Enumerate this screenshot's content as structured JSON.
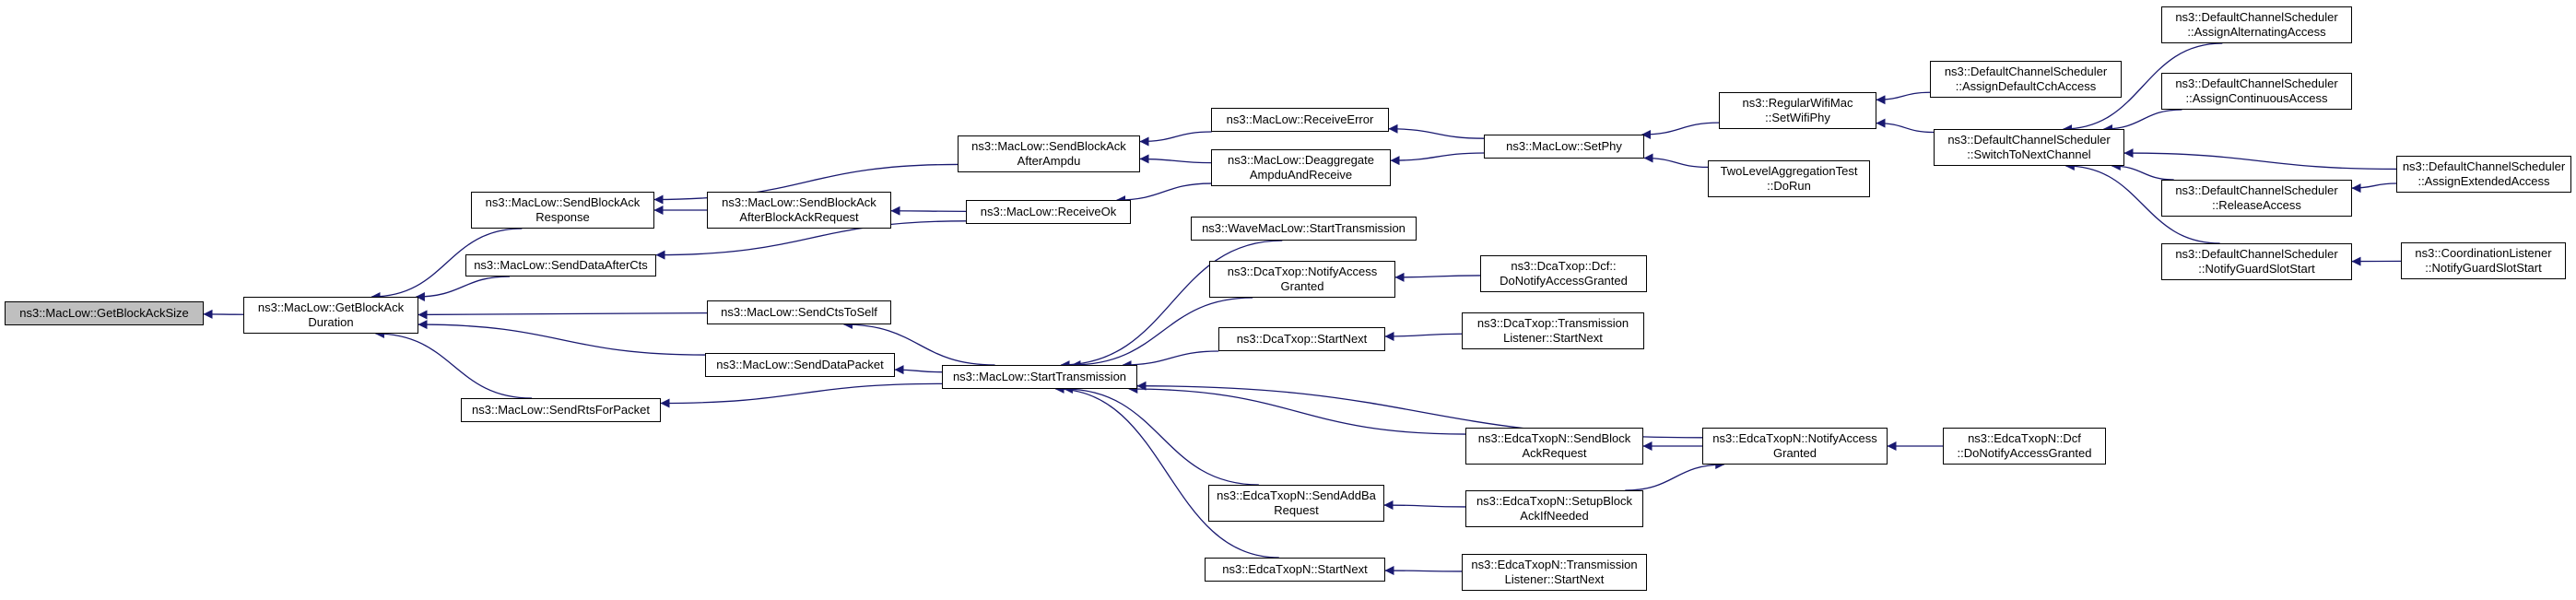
{
  "graph": {
    "colors": {
      "edge": "#191970",
      "node_border": "#000000",
      "root_fill": "#bfbfbf",
      "node_fill": "#ffffff"
    },
    "nodes": [
      {
        "id": "n0",
        "lines": [
          "ns3::MacLow::GetBlockAckSize"
        ],
        "root": true
      },
      {
        "id": "n1",
        "lines": [
          "ns3::MacLow::GetBlockAck",
          "Duration"
        ]
      },
      {
        "id": "n2",
        "lines": [
          "ns3::MacLow::SendBlockAck",
          "Response"
        ]
      },
      {
        "id": "n3",
        "lines": [
          "ns3::MacLow::SendDataAfterCts"
        ]
      },
      {
        "id": "n4",
        "lines": [
          "ns3::MacLow::SendCtsToSelf"
        ]
      },
      {
        "id": "n5",
        "lines": [
          "ns3::MacLow::SendDataPacket"
        ]
      },
      {
        "id": "n6",
        "lines": [
          "ns3::MacLow::SendRtsForPacket"
        ]
      },
      {
        "id": "n7",
        "lines": [
          "ns3::MacLow::SendBlockAck",
          "AfterAmpdu"
        ]
      },
      {
        "id": "n8",
        "lines": [
          "ns3::MacLow::SendBlockAck",
          "AfterBlockAckRequest"
        ]
      },
      {
        "id": "n9",
        "lines": [
          "ns3::MacLow::ReceiveOk"
        ]
      },
      {
        "id": "n10",
        "lines": [
          "ns3::MacLow::StartTransmission"
        ]
      },
      {
        "id": "n11",
        "lines": [
          "ns3::MacLow::ReceiveError"
        ]
      },
      {
        "id": "n12",
        "lines": [
          "ns3::MacLow::Deaggregate",
          "AmpduAndReceive"
        ]
      },
      {
        "id": "n13",
        "lines": [
          "ns3::MacLow::SetPhy"
        ]
      },
      {
        "id": "n14",
        "lines": [
          "ns3::RegularWifiMac",
          "::SetWifiPhy"
        ]
      },
      {
        "id": "n15",
        "lines": [
          "TwoLevelAggregationTest",
          "::DoRun"
        ]
      },
      {
        "id": "n16",
        "lines": [
          "ns3::DefaultChannelScheduler",
          "::AssignDefaultCchAccess"
        ]
      },
      {
        "id": "n17",
        "lines": [
          "ns3::DefaultChannelScheduler",
          "::SwitchToNextChannel"
        ]
      },
      {
        "id": "n18",
        "lines": [
          "ns3::DefaultChannelScheduler",
          "::AssignAlternatingAccess"
        ]
      },
      {
        "id": "n19",
        "lines": [
          "ns3::DefaultChannelScheduler",
          "::AssignContinuousAccess"
        ]
      },
      {
        "id": "n20",
        "lines": [
          "ns3::DefaultChannelScheduler",
          "::ReleaseAccess"
        ]
      },
      {
        "id": "n21",
        "lines": [
          "ns3::DefaultChannelScheduler",
          "::NotifyGuardSlotStart"
        ]
      },
      {
        "id": "n22",
        "lines": [
          "ns3::DefaultChannelScheduler",
          "::AssignExtendedAccess"
        ]
      },
      {
        "id": "n23",
        "lines": [
          "ns3::CoordinationListener",
          "::NotifyGuardSlotStart"
        ]
      },
      {
        "id": "n24",
        "lines": [
          "ns3::WaveMacLow::StartTransmission"
        ]
      },
      {
        "id": "n25",
        "lines": [
          "ns3::DcaTxop::NotifyAccess",
          "Granted"
        ]
      },
      {
        "id": "n26",
        "lines": [
          "ns3::DcaTxop::Dcf::",
          "DoNotifyAccessGranted"
        ]
      },
      {
        "id": "n27",
        "lines": [
          "ns3::DcaTxop::StartNext"
        ]
      },
      {
        "id": "n28",
        "lines": [
          "ns3::DcaTxop::Transmission",
          "Listener::StartNext"
        ]
      },
      {
        "id": "n29",
        "lines": [
          "ns3::EdcaTxopN::SendBlock",
          "AckRequest"
        ]
      },
      {
        "id": "n30",
        "lines": [
          "ns3::EdcaTxopN::NotifyAccess",
          "Granted"
        ]
      },
      {
        "id": "n31",
        "lines": [
          "ns3::EdcaTxopN::Dcf",
          "::DoNotifyAccessGranted"
        ]
      },
      {
        "id": "n32",
        "lines": [
          "ns3::EdcaTxopN::SendAddBa",
          "Request"
        ]
      },
      {
        "id": "n33",
        "lines": [
          "ns3::EdcaTxopN::SetupBlock",
          "AckIfNeeded"
        ]
      },
      {
        "id": "n34",
        "lines": [
          "ns3::EdcaTxopN::StartNext"
        ]
      },
      {
        "id": "n35",
        "lines": [
          "ns3::EdcaTxopN::Transmission",
          "Listener::StartNext"
        ]
      }
    ],
    "edges": [
      [
        "n1",
        "n0"
      ],
      [
        "n2",
        "n1"
      ],
      [
        "n3",
        "n1"
      ],
      [
        "n4",
        "n1"
      ],
      [
        "n5",
        "n1"
      ],
      [
        "n6",
        "n1"
      ],
      [
        "n7",
        "n2"
      ],
      [
        "n8",
        "n2"
      ],
      [
        "n9",
        "n8"
      ],
      [
        "n9",
        "n3"
      ],
      [
        "n10",
        "n4"
      ],
      [
        "n10",
        "n5"
      ],
      [
        "n10",
        "n6"
      ],
      [
        "n11",
        "n7"
      ],
      [
        "n12",
        "n7"
      ],
      [
        "n12",
        "n9"
      ],
      [
        "n13",
        "n11"
      ],
      [
        "n13",
        "n12"
      ],
      [
        "n14",
        "n13"
      ],
      [
        "n15",
        "n13"
      ],
      [
        "n16",
        "n14"
      ],
      [
        "n17",
        "n14"
      ],
      [
        "n18",
        "n17"
      ],
      [
        "n19",
        "n17"
      ],
      [
        "n20",
        "n17"
      ],
      [
        "n21",
        "n17"
      ],
      [
        "n22",
        "n17"
      ],
      [
        "n22",
        "n20"
      ],
      [
        "n23",
        "n21"
      ],
      [
        "n24",
        "n10"
      ],
      [
        "n25",
        "n10"
      ],
      [
        "n26",
        "n25"
      ],
      [
        "n27",
        "n10"
      ],
      [
        "n28",
        "n27"
      ],
      [
        "n29",
        "n10"
      ],
      [
        "n30",
        "n10"
      ],
      [
        "n30",
        "n29"
      ],
      [
        "n31",
        "n30"
      ],
      [
        "n32",
        "n10"
      ],
      [
        "n33",
        "n32"
      ],
      [
        "n33",
        "n30"
      ],
      [
        "n34",
        "n10"
      ],
      [
        "n35",
        "n34"
      ]
    ]
  }
}
